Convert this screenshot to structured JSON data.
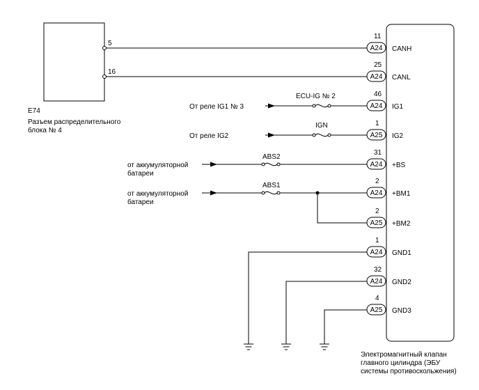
{
  "junction_block": {
    "id": "E74",
    "caption": [
      "Разъем распределительного",
      "блока № 4"
    ],
    "pins": [
      "5",
      "16"
    ]
  },
  "ecu": {
    "caption": [
      "Электромагнитный клапан",
      "главного цилиндра (ЭБУ",
      "системы противоскольжения)"
    ]
  },
  "connectors": [
    {
      "pin": "11",
      "conn": "A24",
      "signal": "CANH"
    },
    {
      "pin": "25",
      "conn": "A24",
      "signal": "CANL"
    },
    {
      "pin": "46",
      "conn": "A24",
      "signal": "IG1"
    },
    {
      "pin": "1",
      "conn": "A25",
      "signal": "IG2"
    },
    {
      "pin": "31",
      "conn": "A24",
      "signal": "+BS"
    },
    {
      "pin": "2",
      "conn": "A24",
      "signal": "+BM1"
    },
    {
      "pin": "2",
      "conn": "A25",
      "signal": "+BM2"
    },
    {
      "pin": "1",
      "conn": "A24",
      "signal": "GND1"
    },
    {
      "pin": "32",
      "conn": "A24",
      "signal": "GND2"
    },
    {
      "pin": "4",
      "conn": "A25",
      "signal": "GND3"
    }
  ],
  "fuses": [
    "ECU-IG № 2",
    "IGN",
    "ABS2",
    "ABS1"
  ],
  "sources": {
    "ig1": "От реле IG1 № 3",
    "ig2": "От реле IG2",
    "battery1": [
      "от аккумуляторной",
      "батареи"
    ],
    "battery2": [
      "от аккумуляторной",
      "батареи"
    ]
  }
}
